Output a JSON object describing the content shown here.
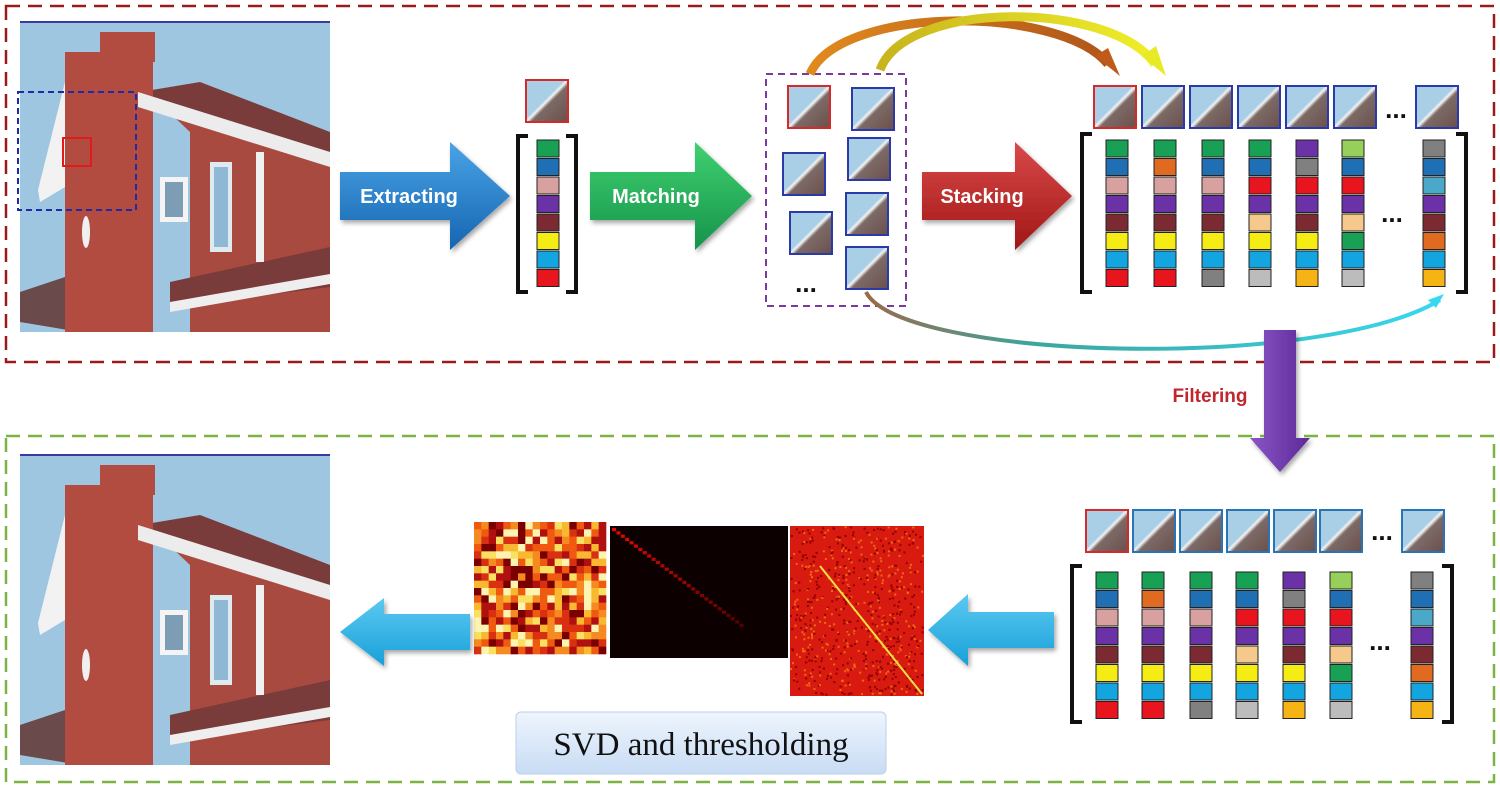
{
  "stages": {
    "extracting": "Extracting",
    "matching": "Matching",
    "stacking": "Stacking",
    "filtering": "Filtering"
  },
  "svd_label": "SVD and thresholding",
  "ellipsis": "...",
  "colors": {
    "top_frame": "#9b1b1b",
    "bottom_frame": "#7cb342",
    "extract_arrow": "#1f6fb5",
    "match_arrow": "#1fa84f",
    "stack_arrow": "#c0272d",
    "filter_arrow": "#6a32a6",
    "return_arrow": "#1aa7de",
    "sky": "#9ec6e0",
    "brick": "#b04a40",
    "roof": "#7a3b3b"
  },
  "blocks": {
    "reference_colors": [
      "green",
      "blue",
      "pink",
      "purple",
      "maroon",
      "yellow",
      "sky",
      "red"
    ],
    "group_columns": [
      [
        "green",
        "blue",
        "pink",
        "purple",
        "maroon",
        "yellow",
        "sky",
        "red"
      ],
      [
        "green",
        "orange",
        "pink",
        "purple",
        "maroon",
        "yellow",
        "sky",
        "red"
      ],
      [
        "green",
        "blue",
        "pink",
        "purple",
        "maroon",
        "yellow",
        "sky",
        "gray"
      ],
      [
        "green",
        "blue",
        "red",
        "purple",
        "peach",
        "yellow",
        "sky",
        "silver"
      ],
      [
        "purple",
        "gray",
        "red",
        "purple",
        "maroon",
        "yellow",
        "sky",
        "amber"
      ],
      [
        "lime",
        "blue",
        "red",
        "purple",
        "peach",
        "green",
        "sky",
        "silver"
      ],
      [
        "gray",
        "blue",
        "teal",
        "purple",
        "maroon",
        "orange",
        "sky",
        "amber"
      ]
    ]
  }
}
